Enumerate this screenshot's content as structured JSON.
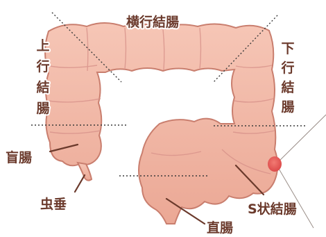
{
  "labels": {
    "transverse_colon": "横行結腸",
    "ascending_colon": [
      "上",
      "行",
      "結",
      "腸"
    ],
    "descending_colon": [
      "下",
      "行",
      "結",
      "腸"
    ],
    "cecum": "盲腸",
    "appendix": "虫垂",
    "sigmoid_colon": "S状結腸",
    "rectum": "直腸"
  },
  "colors": {
    "intestine_fill": "#f1b5a2",
    "intestine_edge": "#c97e6e",
    "label_text": "#6b3a2c",
    "marker": "#e65a5a"
  }
}
